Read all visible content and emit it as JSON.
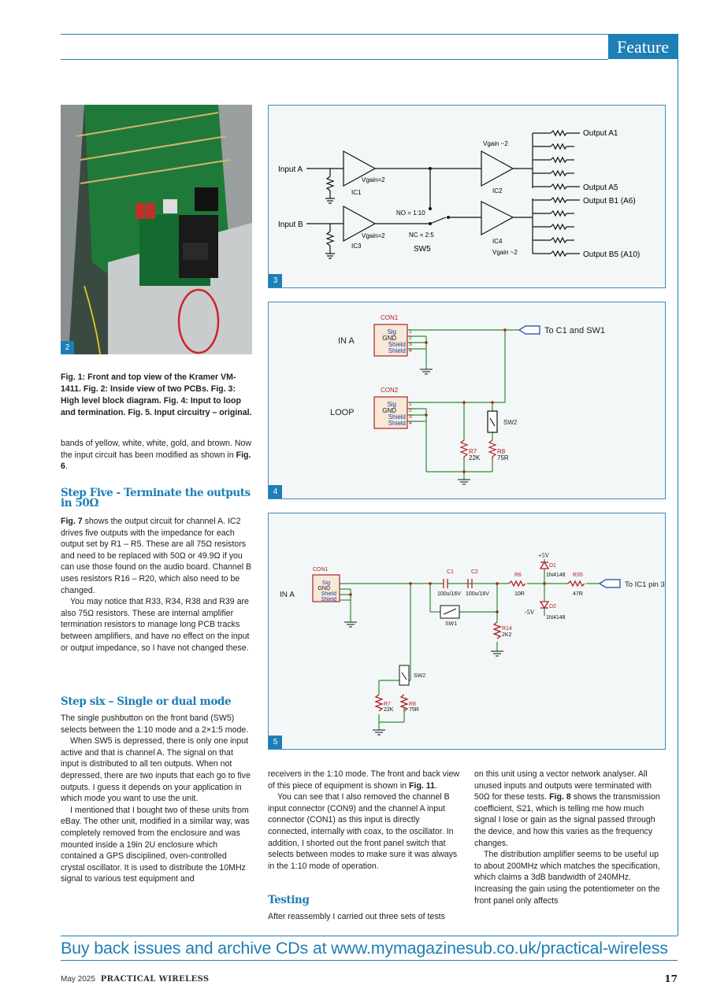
{
  "header": {
    "section": "Feature"
  },
  "figures": {
    "photo_num": "2",
    "fig3": {
      "num": "3",
      "input_a": "Input A",
      "input_b": "Input B",
      "ic1": "IC1",
      "ic2": "IC2",
      "ic3": "IC3",
      "ic4": "IC4",
      "vgain_ic1": "Vgain=2",
      "vgain_ic3": "Vgain=2",
      "vgain_ic2": "Vgain ~2",
      "vgain_ic4": "Vgain ~2",
      "no": "NO = 1:10",
      "nc": "NC = 2:5",
      "sw5": "SW5",
      "out_a1": "Output A1",
      "out_a5": "Output A5",
      "out_b1": "Output B1 (A6)",
      "out_b5": "Output B5 (A10)"
    },
    "fig4": {
      "num": "4",
      "in_a": "IN A",
      "loop": "LOOP",
      "con1": "CON1",
      "con2": "CON2",
      "pins": [
        "Sig",
        "GND",
        "Shield",
        "Shield"
      ],
      "pin_nums": [
        "1",
        "2",
        "3",
        "4"
      ],
      "to_c1": "To C1 and SW1",
      "sw2": "SW2",
      "r7": "R7",
      "r7v": "22K",
      "r8": "R8",
      "r8v": "75R"
    },
    "fig5": {
      "num": "5",
      "in_a": "IN A",
      "con1": "CON1",
      "c1": "C1",
      "c1v": "100u/16V",
      "c2": "C2",
      "c2v": "100u/16V",
      "r6": "R6",
      "r6v": "10R",
      "r35": "R35",
      "r35v": "47R",
      "d1": "D1",
      "d1v": "1N4148",
      "d2": "D2",
      "d2v": "1N4148",
      "p5v": "+5V",
      "m5v": "-5V",
      "r14": "R14",
      "r14v": "2K2",
      "sw1": "SW1",
      "sw2": "SW2",
      "r7": "R7",
      "r7v": "22K",
      "r8": "R8",
      "r8v": "75R",
      "to_ic1": "To IC1 pin 3",
      "pins": [
        "Sig",
        "GND",
        "Shield",
        "Shield"
      ]
    }
  },
  "caption": "Fig. 1: Front and top view of the Kramer VM-1411. Fig. 2: Inside view of two PCBs. Fig. 3: High level block diagram. Fig. 4: Input to loop and termination. Fig. 5. Input circuitry – original.",
  "col1": {
    "p0_a": "bands of yellow, white, white, gold, and brown. Now the input circuit has been modified as shown in ",
    "p0_ref": "Fig. 6",
    "p0_end": ".",
    "h1": "Step Five - Terminate the outputs in 50Ω",
    "p1_ref": "Fig. 7",
    "p1": " shows the output circuit for channel A. IC2 drives five outputs with the impedance for each output set by R1 – R5. These are all 75Ω resistors and need to be replaced with 50Ω or 49.9Ω if you can use those found on the audio board. Channel B uses resistors R16 – R20, which also need to be changed.",
    "p2": "You may notice that R33, R34, R38 and R39 are also 75Ω resistors. These are internal amplifier termination resistors to manage long PCB tracks between amplifiers, and have no effect on the input or output impedance, so I have not changed these.",
    "h2": "Step six – Single or dual mode",
    "p3": "The single pushbutton on the front band (SW5) selects between the 1:10 mode and a 2×1:5 mode.",
    "p4": "When SW5 is depressed, there is only one input active and that is channel A. The signal on that input is distributed to all ten outputs. When not depressed, there are two inputs that each go to five outputs. I guess it depends on your application in which mode you want to use the unit.",
    "p5": "I mentioned that I bought two of these units from eBay. The other unit, modified in a similar way, was completely removed from the enclosure and was mounted inside a 19in 2U enclosure which contained a GPS disciplined, oven-controlled crystal oscillator. It is used to distribute the 10MHz signal to various test equipment and"
  },
  "col2": {
    "p1_a": "receivers in the 1:10 mode. The front and back view of this piece of equipment is shown in ",
    "p1_ref": "Fig. 11",
    "p1_end": ".",
    "p2": "You can see that I also removed the channel B input connector (CON9) and the channel A input connector (CON1) as this input is directly connected, internally with coax, to the oscillator. In addition, I shorted out the front panel switch that selects between modes to make sure it was always in the 1:10 mode of operation.",
    "h3": "Testing",
    "p3": "After reassembly I carried out three sets of tests"
  },
  "col3": {
    "p1_a": "on this unit using a vector network analyser. All unused inputs and outputs were terminated with 50Ω for these tests. ",
    "p1_ref": "Fig. 8",
    "p1_b": " shows the transmission coefficient, S21, which is telling me how much signal I lose or gain as the signal passed through the device, and how this varies as the frequency changes.",
    "p2": "The distribution amplifier seems to be useful up to about 200MHz which matches the specification, which claims a 3dB bandwidth of 240MHz. Increasing the gain using the potentiometer on the front panel only affects"
  },
  "promo": "Buy back issues and archive CDs at www.mymagazinesub.co.uk/practical-wireless",
  "footer": {
    "date": "May 2025",
    "magazine": "PRACTICAL WIRELESS",
    "page": "17"
  },
  "colors": {
    "accent": "#1c7fb5",
    "wire": "#2e8b2e",
    "component": "#b02020"
  }
}
